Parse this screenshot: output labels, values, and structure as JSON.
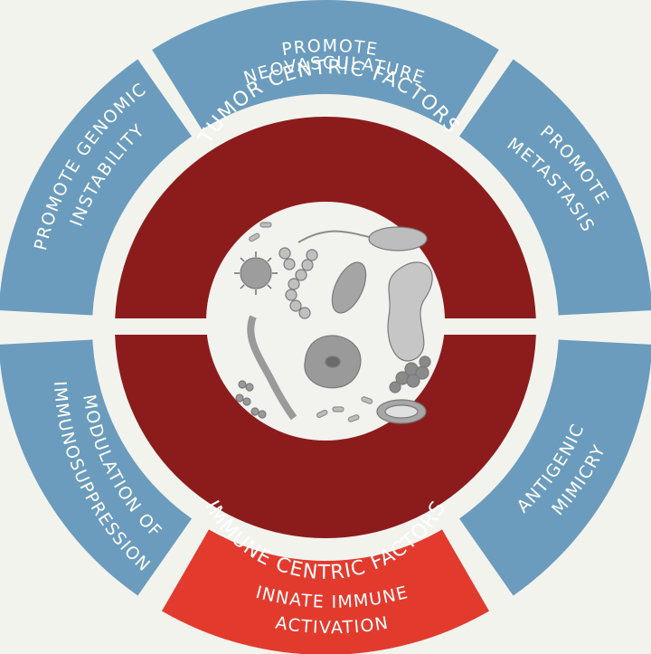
{
  "inner_ring": {
    "top_label": "TUMOR CENTRIC FACTORS",
    "bottom_label": "IMMUNE CENTRIC FACTORS"
  },
  "outer_segments": [
    {
      "id": "promote-neovasculature",
      "lines": [
        "PROMOTE",
        "NEOVASCULATURE"
      ]
    },
    {
      "id": "promote-metastasis",
      "lines": [
        "PROMOTE",
        "METASTASIS"
      ]
    },
    {
      "id": "antigenic-mimicry",
      "lines": [
        "ANTIGENIC",
        "MIMICRY"
      ]
    },
    {
      "id": "innate-immune-activation",
      "lines": [
        "INNATE IMMUNE",
        "ACTIVATION"
      ]
    },
    {
      "id": "modulation-of-immunosuppression",
      "lines": [
        "MODULATION OF",
        "IMMUNOSUPPRESSION"
      ]
    },
    {
      "id": "promote-genomic-instability",
      "lines": [
        "PROMOTE GENOMIC",
        "INSTABILITY"
      ]
    }
  ],
  "colors": {
    "background": "#f3f3ee",
    "outer_segment": "#6b9cbd",
    "highlight_segment": "#e23b2e",
    "inner_ring": "#8c1c1c",
    "center": "#f2f2ef",
    "microbes": "#9a9a9a"
  },
  "center_image": "microbes-illustration"
}
